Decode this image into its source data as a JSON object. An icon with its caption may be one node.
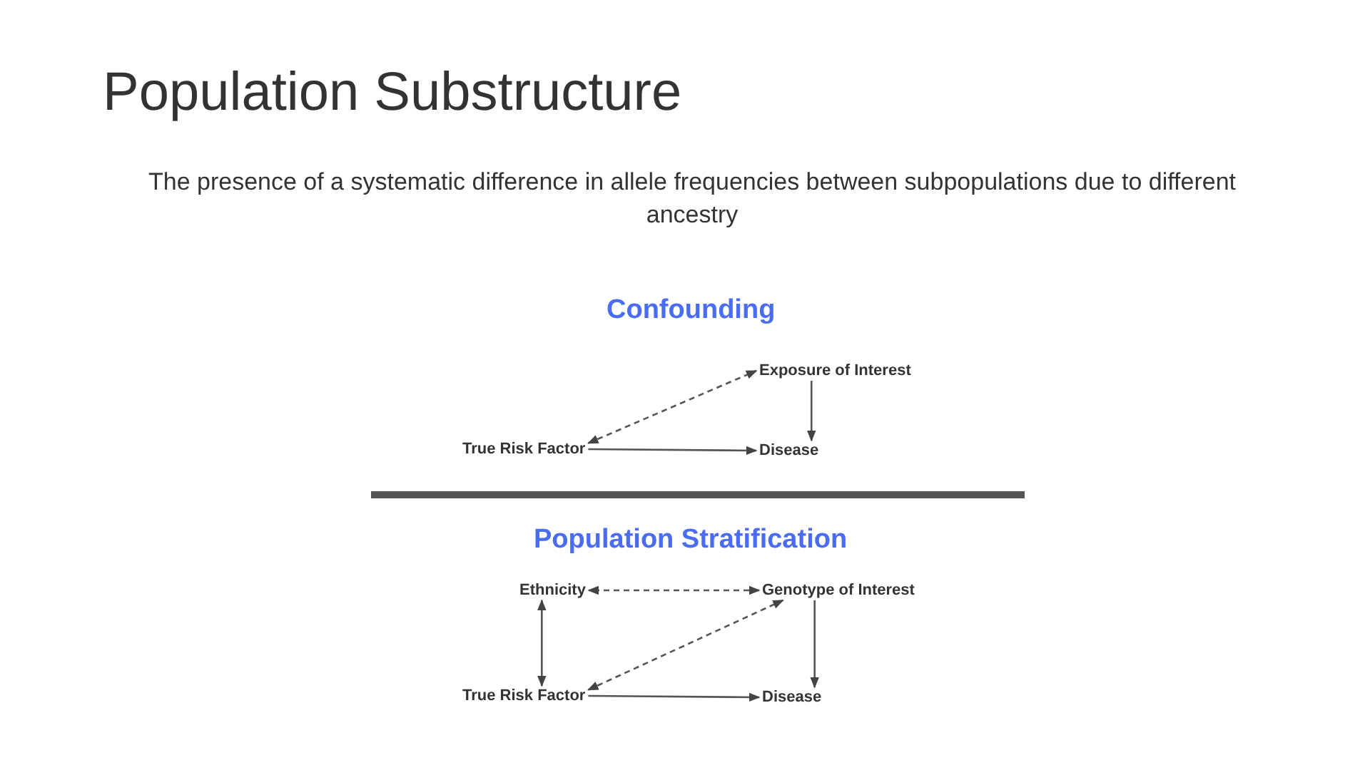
{
  "diagram": {
    "title": "Population Substructure",
    "caption": "The presence of a systematic difference in allele frequencies between subpopulations due to different ancestry",
    "nodes": [
      {
        "text": [
          "True Risk Factor"
        ]
      },
      {
        "text": [
          "Exposure of Interest"
        ]
      },
      {
        "text": [
          "Disease"
        ]
      },
      {
        "text": [
          "Ethnicity"
        ]
      },
      {
        "text": [
          "Genotype of Interest"
        ]
      },
      {
        "text": [
          "True Risk Factor"
        ]
      },
      {
        "text": [
          "Disease"
        ]
      }
    ],
    "edges": [
      {
        "from": 0,
        "to": 1,
        "arrow": "both",
        "style": "dashed"
      },
      {
        "from": 0,
        "to": 2,
        "arrow": "to"
      },
      {
        "from": 1,
        "to": 2,
        "arrow": "to"
      },
      {
        "from": 4,
        "to": 3,
        "arrow": "both",
        "style": "dashed"
      },
      {
        "from": 3,
        "to": 5,
        "arrow": "both"
      },
      {
        "from": 5,
        "to": 4,
        "arrow": "both",
        "style": "dashed"
      },
      {
        "from": 5,
        "to": 6,
        "arrow": "to"
      },
      {
        "from": 4,
        "to": 6,
        "arrow": "to"
      }
    ],
    "labels": [
      "Confounding",
      "Population Stratification"
    ]
  }
}
